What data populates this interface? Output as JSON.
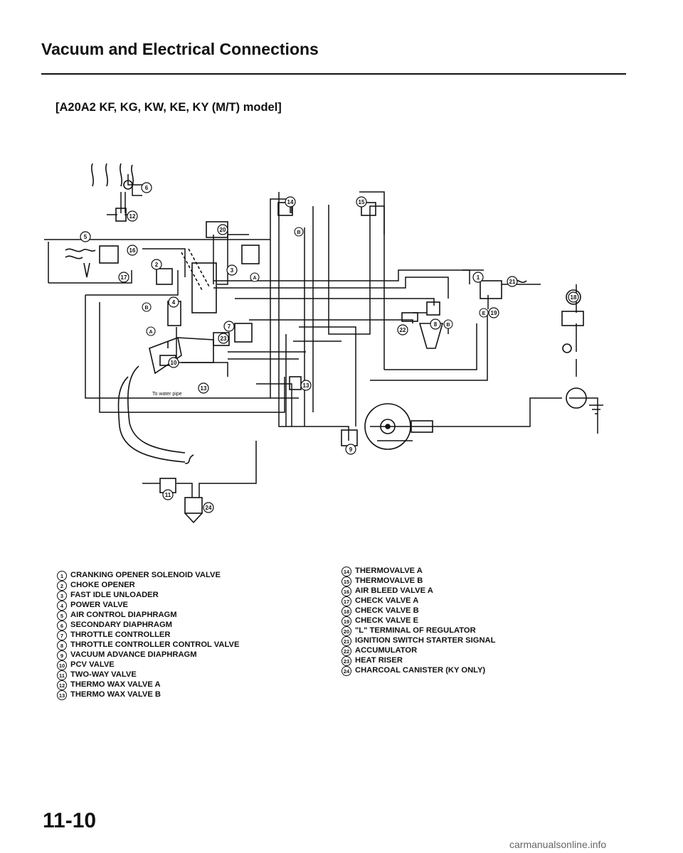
{
  "page": {
    "title": "Vacuum and Electrical Connections",
    "subtitle": "[A20A2 KF, KG, KW, KE, KY (M/T) model]",
    "page_number": "11-10",
    "watermark": "carmanualsonline.info"
  },
  "diagram": {
    "callouts": [
      "1",
      "2",
      "3",
      "4",
      "5",
      "6",
      "7",
      "8",
      "9",
      "10",
      "11",
      "12",
      "13",
      "14",
      "15",
      "16",
      "17",
      "18",
      "19",
      "20",
      "21",
      "22",
      "23",
      "24"
    ],
    "port_labels": {
      "a": "A",
      "b": "B",
      "e": "E"
    },
    "water_pipe_label": "To water pipe"
  },
  "legend": {
    "items": [
      {
        "num": "1",
        "text": "CRANKING OPENER SOLENOID VALVE"
      },
      {
        "num": "2",
        "text": "CHOKE OPENER"
      },
      {
        "num": "3",
        "text": "FAST IDLE UNLOADER"
      },
      {
        "num": "4",
        "text": "POWER VALVE"
      },
      {
        "num": "5",
        "text": "AIR CONTROL DIAPHRAGM"
      },
      {
        "num": "6",
        "text": "SECONDARY DIAPHRAGM"
      },
      {
        "num": "7",
        "text": "THROTTLE CONTROLLER"
      },
      {
        "num": "8",
        "text": "THROTTLE CONTROLLER CONTROL VALVE"
      },
      {
        "num": "9",
        "text": "VACUUM ADVANCE DIAPHRAGM"
      },
      {
        "num": "10",
        "text": "PCV VALVE"
      },
      {
        "num": "11",
        "text": "TWO-WAY VALVE"
      },
      {
        "num": "12",
        "text": "THERMO WAX VALVE A"
      },
      {
        "num": "13",
        "text": "THERMO WAX VALVE B"
      },
      {
        "num": "14",
        "text": "THERMOVALVE A"
      },
      {
        "num": "15",
        "text": "THERMOVALVE B"
      },
      {
        "num": "16",
        "text": "AIR BLEED VALVE A"
      },
      {
        "num": "17",
        "text": "CHECK VALVE A"
      },
      {
        "num": "18",
        "text": "CHECK VALVE B"
      },
      {
        "num": "19",
        "text": "CHECK VALVE E"
      },
      {
        "num": "20",
        "text": "\"L\" TERMINAL OF REGULATOR"
      },
      {
        "num": "21",
        "text": "IGNITION SWITCH STARTER SIGNAL"
      },
      {
        "num": "22",
        "text": "ACCUMULATOR"
      },
      {
        "num": "23",
        "text": "HEAT RISER"
      },
      {
        "num": "24",
        "text": "CHARCOAL CANISTER (KY ONLY)"
      }
    ]
  }
}
